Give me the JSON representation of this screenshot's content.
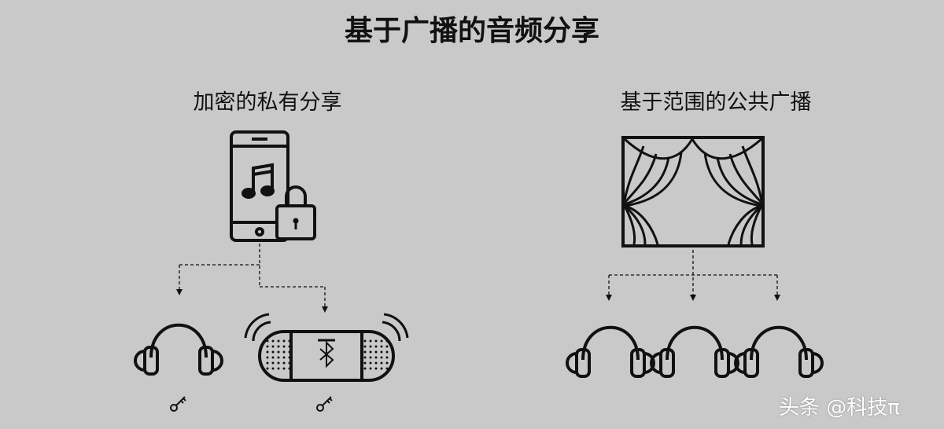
{
  "title": "基于广播的音频分享",
  "left_panel": {
    "heading": "加密的私有分享",
    "source_icon": "smartphone-music-lock-icon",
    "targets": [
      {
        "icon": "headphones-icon",
        "key_icon": "key-icon"
      },
      {
        "icon": "bluetooth-speaker-icon",
        "key_icon": "key-icon"
      }
    ]
  },
  "right_panel": {
    "heading": "基于范围的公共广播",
    "source_icon": "stage-curtain-icon",
    "targets": [
      {
        "icon": "headphones-icon"
      },
      {
        "icon": "headphones-icon"
      },
      {
        "icon": "headphones-icon"
      }
    ]
  },
  "watermark": "头条 @科技π",
  "colors": {
    "background": "#c9c9c9",
    "stroke": "#111111"
  }
}
